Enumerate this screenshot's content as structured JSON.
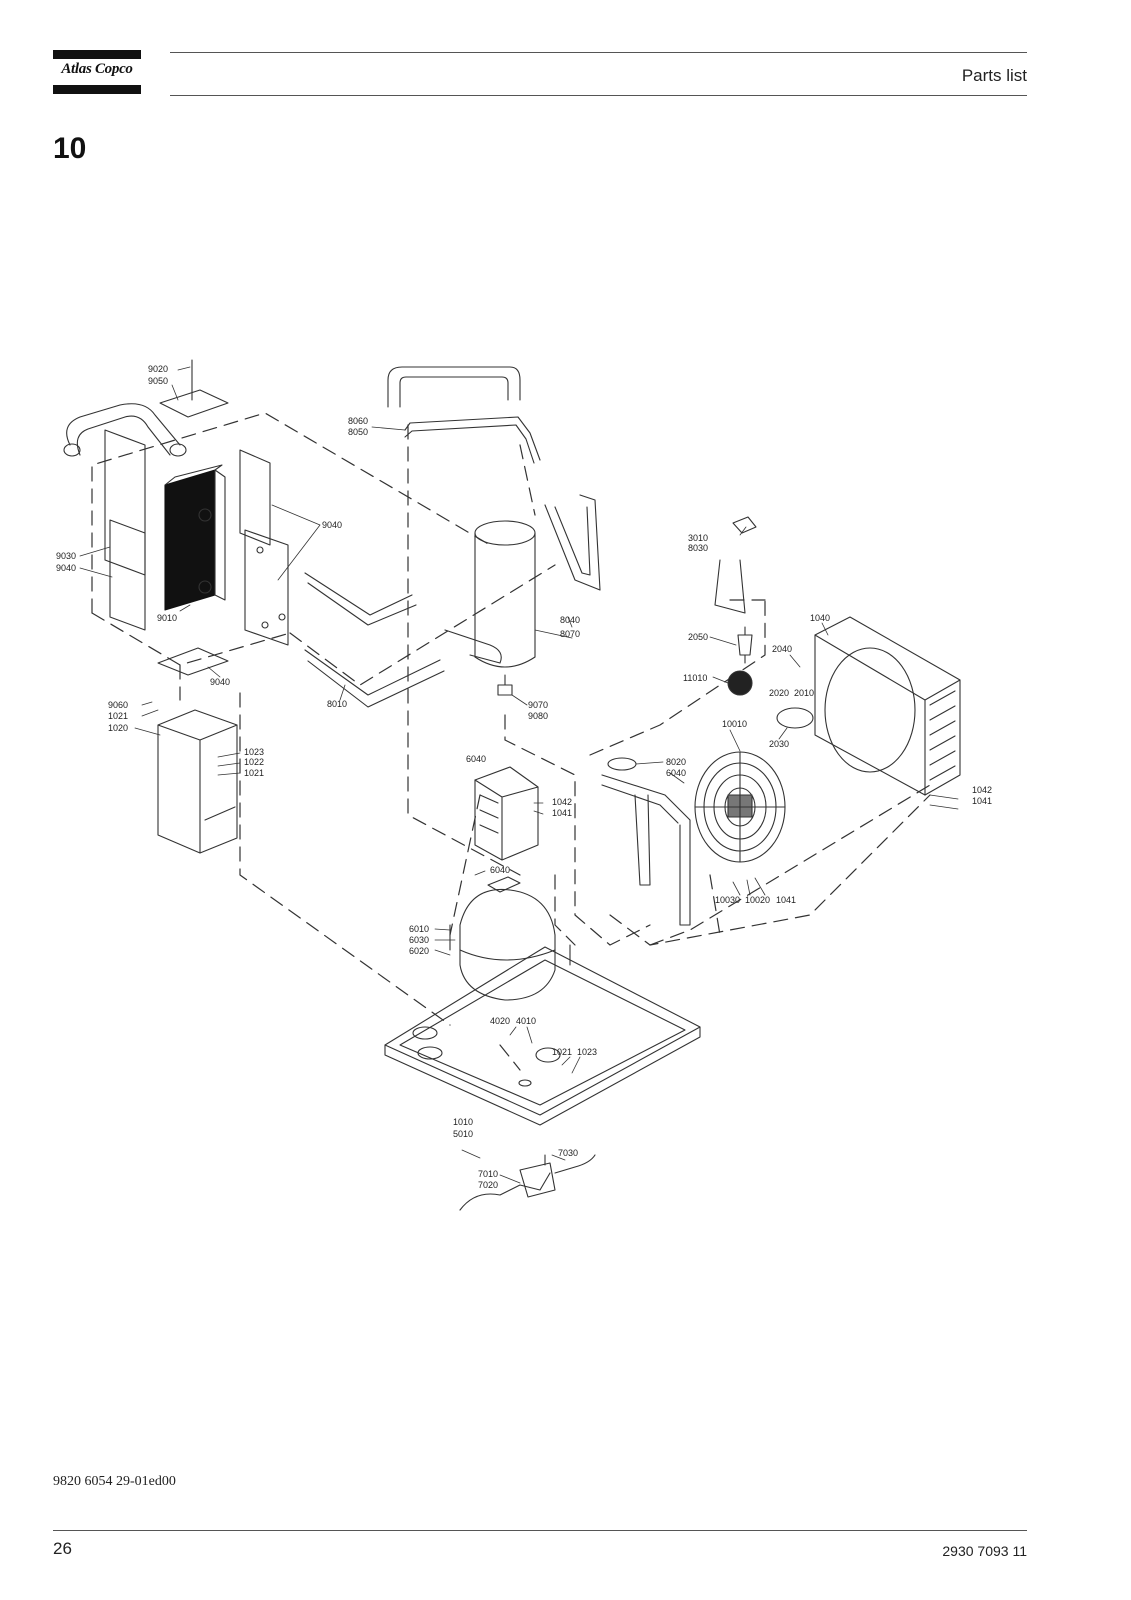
{
  "header": {
    "logo_text": "Atlas Copco",
    "title": "Parts list"
  },
  "section_number": "10",
  "diagram": {
    "callouts": [
      {
        "id": "c9020",
        "text": "9020"
      },
      {
        "id": "c9050",
        "text": "9050"
      },
      {
        "id": "c8060",
        "text": "8060"
      },
      {
        "id": "c8050",
        "text": "8050"
      },
      {
        "id": "c9040a",
        "text": "9040"
      },
      {
        "id": "c9030",
        "text": "9030"
      },
      {
        "id": "c9040b",
        "text": "9040"
      },
      {
        "id": "c9010",
        "text": "9010"
      },
      {
        "id": "c9040c",
        "text": "9040"
      },
      {
        "id": "c8010",
        "text": "8010"
      },
      {
        "id": "c8040",
        "text": "8040"
      },
      {
        "id": "c8070",
        "text": "8070"
      },
      {
        "id": "c3010",
        "text": "3010"
      },
      {
        "id": "c8030",
        "text": "8030"
      },
      {
        "id": "c2050",
        "text": "2050"
      },
      {
        "id": "c1040",
        "text": "1040"
      },
      {
        "id": "c2040",
        "text": "2040"
      },
      {
        "id": "c11010",
        "text": "11010"
      },
      {
        "id": "c2020",
        "text": "2020"
      },
      {
        "id": "c2010",
        "text": "2010"
      },
      {
        "id": "c9060",
        "text": "9060"
      },
      {
        "id": "c1021a",
        "text": "1021"
      },
      {
        "id": "c1020",
        "text": "1020"
      },
      {
        "id": "c9070",
        "text": "9070"
      },
      {
        "id": "c9080",
        "text": "9080"
      },
      {
        "id": "c10010",
        "text": "10010"
      },
      {
        "id": "c2030",
        "text": "2030"
      },
      {
        "id": "c1023a",
        "text": "1023"
      },
      {
        "id": "c1022",
        "text": "1022"
      },
      {
        "id": "c1021b",
        "text": "1021"
      },
      {
        "id": "c6040a",
        "text": "6040"
      },
      {
        "id": "c8020",
        "text": "8020"
      },
      {
        "id": "c6040b",
        "text": "6040"
      },
      {
        "id": "c1042a",
        "text": "1042"
      },
      {
        "id": "c1041a",
        "text": "1041"
      },
      {
        "id": "c1042b",
        "text": "1042"
      },
      {
        "id": "c1041b",
        "text": "1041"
      },
      {
        "id": "c6040c",
        "text": "6040"
      },
      {
        "id": "c10030",
        "text": "10030"
      },
      {
        "id": "c10020",
        "text": "10020"
      },
      {
        "id": "c1041c",
        "text": "1041"
      },
      {
        "id": "c6010",
        "text": "6010"
      },
      {
        "id": "c6030",
        "text": "6030"
      },
      {
        "id": "c6020",
        "text": "6020"
      },
      {
        "id": "c4020",
        "text": "4020"
      },
      {
        "id": "c4010",
        "text": "4010"
      },
      {
        "id": "c1021c",
        "text": "1021"
      },
      {
        "id": "c1023b",
        "text": "1023"
      },
      {
        "id": "c1010",
        "text": "1010"
      },
      {
        "id": "c5010",
        "text": "5010"
      },
      {
        "id": "c7030",
        "text": "7030"
      },
      {
        "id": "c7010",
        "text": "7010"
      },
      {
        "id": "c7020",
        "text": "7020"
      }
    ]
  },
  "footer": {
    "drawing_ref": "9820 6054 29-01ed00",
    "page_number": "26",
    "document_number": "2930 7093 11"
  }
}
